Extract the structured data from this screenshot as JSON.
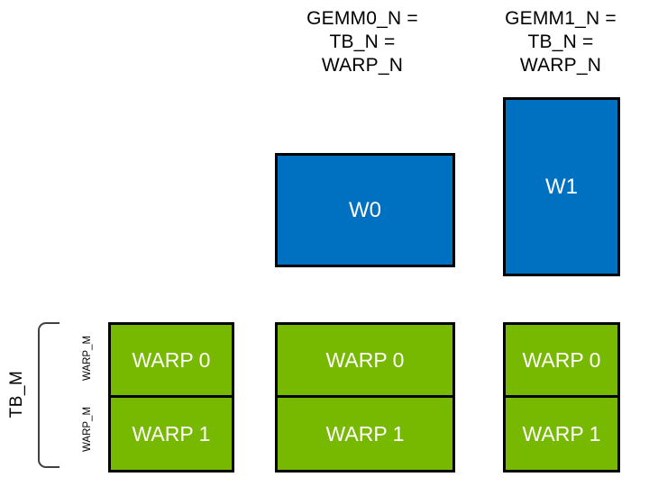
{
  "diagram": {
    "headers": {
      "gemm0": [
        "GEMM0_N =",
        "TB_N =",
        "WARP_N"
      ],
      "gemm1": [
        "GEMM1_N =",
        "TB_N =",
        "WARP_N"
      ]
    },
    "blue_tiles": {
      "w0": "W0",
      "w1": "W1"
    },
    "warp_columns": [
      {
        "rows": [
          "WARP 0",
          "WARP 1"
        ]
      },
      {
        "rows": [
          "WARP 0",
          "WARP 1"
        ]
      },
      {
        "rows": [
          "WARP 0",
          "WARP 1"
        ]
      }
    ],
    "side": {
      "tb_m": "TB_M",
      "warp_m": [
        "WARP_M",
        "WARP_M"
      ]
    },
    "colors": {
      "blue": "#0070C0",
      "green": "#76B900",
      "border": "#000000",
      "bracket": "#404040",
      "text_dark": "#000000",
      "text_light": "#FFFFFF",
      "background": "#FFFFFF"
    }
  }
}
